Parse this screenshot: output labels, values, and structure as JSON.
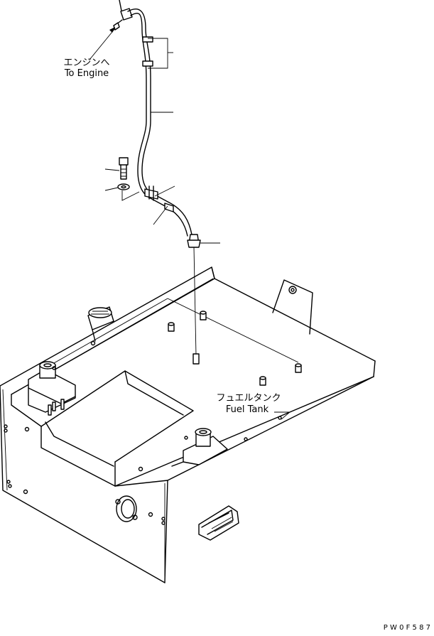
{
  "labels": {
    "engine_jp": "エンジンへ",
    "engine_en": "To Engine",
    "tank_jp": "フュエルタンク",
    "tank_en": "Fuel Tank",
    "drawing_code": "P W 0 F 5 8 7"
  },
  "icons": {
    "bolt": "bolt-icon",
    "washer": "washer-icon",
    "clamp": "clamp-icon",
    "fitting": "fitting-icon",
    "fuel_gauge": "fuel-gauge-icon",
    "drain_cap": "drain-cap-icon"
  },
  "colors": {
    "line": "#000000",
    "background": "#ffffff"
  }
}
